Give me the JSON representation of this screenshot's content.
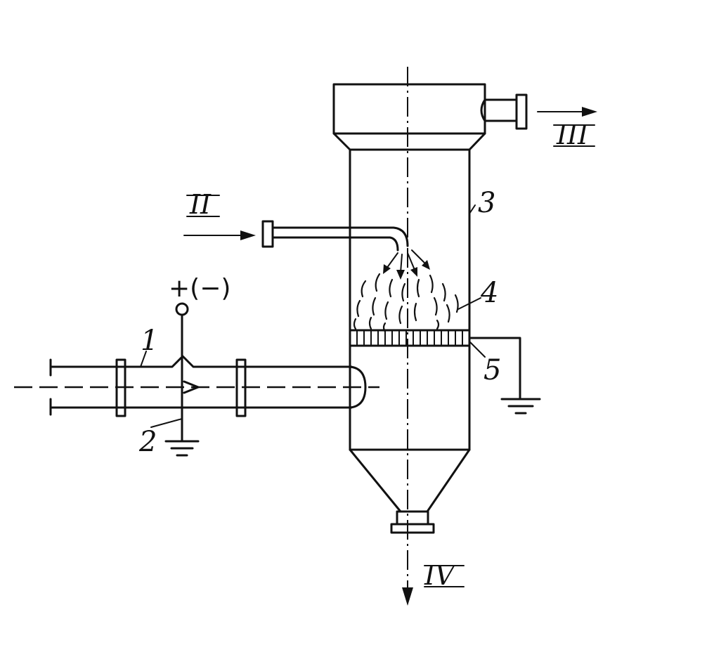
{
  "labels": {
    "pipe": "1",
    "electrode": "2",
    "column": "3",
    "foam": "4",
    "grid": "5",
    "inlet": "II",
    "outlet_top": "III",
    "outlet_bottom": "IV",
    "polarity": "+(−)"
  }
}
